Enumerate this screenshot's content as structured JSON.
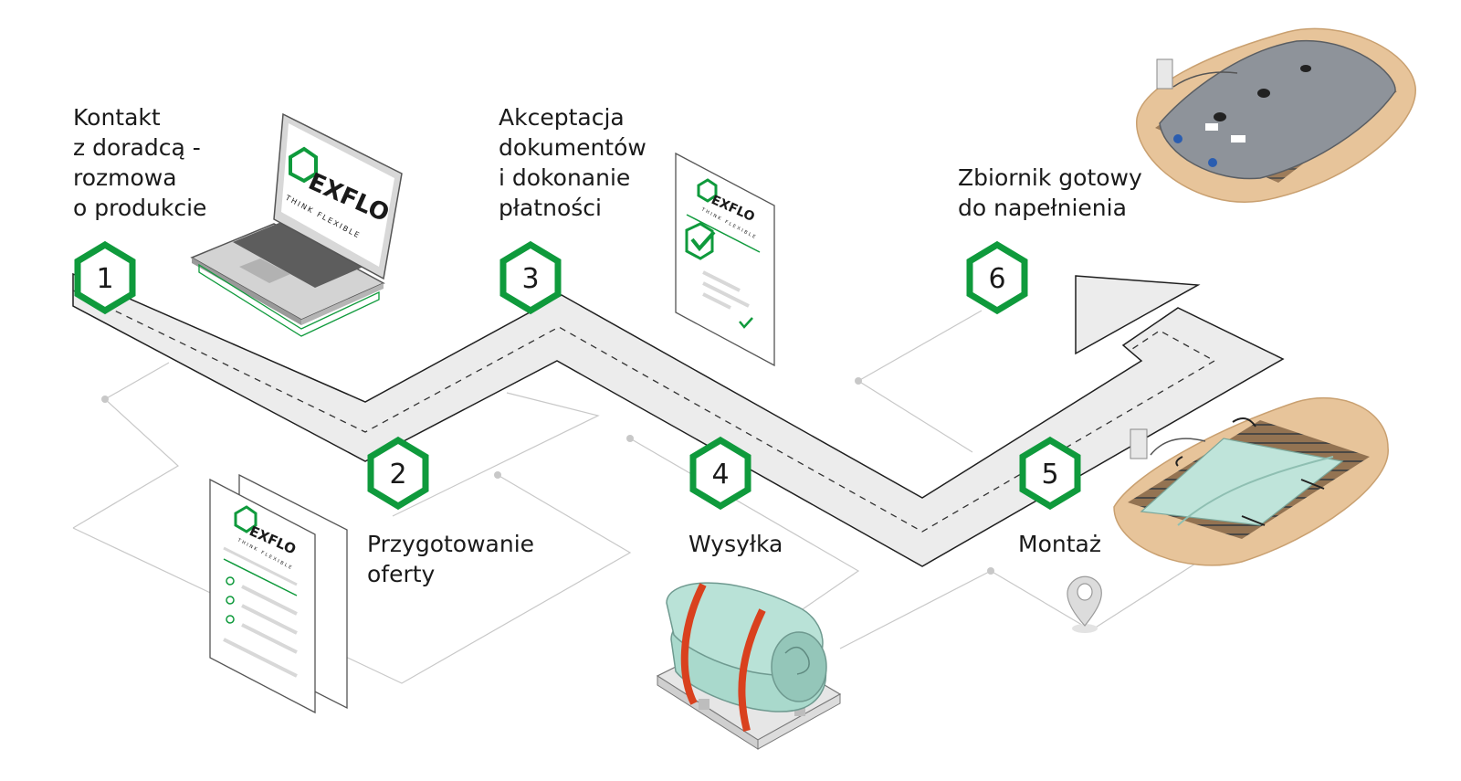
{
  "brand": {
    "name": "EXFLO",
    "tagline": "THINK FLEXIBLE",
    "accent": "#0f9a3c",
    "path_fill": "#ececec",
    "cover_color": "#a9d9cc",
    "strap_color": "#d9411e",
    "sand_color": "#e7c49a"
  },
  "steps": [
    {
      "number": "1",
      "lines": [
        "Kontakt",
        "z doradcą -",
        "rozmowa",
        "o produkcie"
      ],
      "icon": "laptop-icon"
    },
    {
      "number": "2",
      "lines": [
        "Przygotowanie",
        "oferty"
      ],
      "icon": "offer-documents-icon"
    },
    {
      "number": "3",
      "lines": [
        "Akceptacja",
        "dokumentów",
        "i dokonanie",
        "płatności"
      ],
      "icon": "signed-document-icon"
    },
    {
      "number": "4",
      "lines": [
        "Wysyłka"
      ],
      "icon": "pallet-shipment-icon"
    },
    {
      "number": "5",
      "lines": [
        "Montaż"
      ],
      "icon": "tank-installation-icon"
    },
    {
      "number": "6",
      "lines": [
        "Zbiornik gotowy",
        "do napełnienia"
      ],
      "icon": "ready-tank-icon"
    }
  ]
}
